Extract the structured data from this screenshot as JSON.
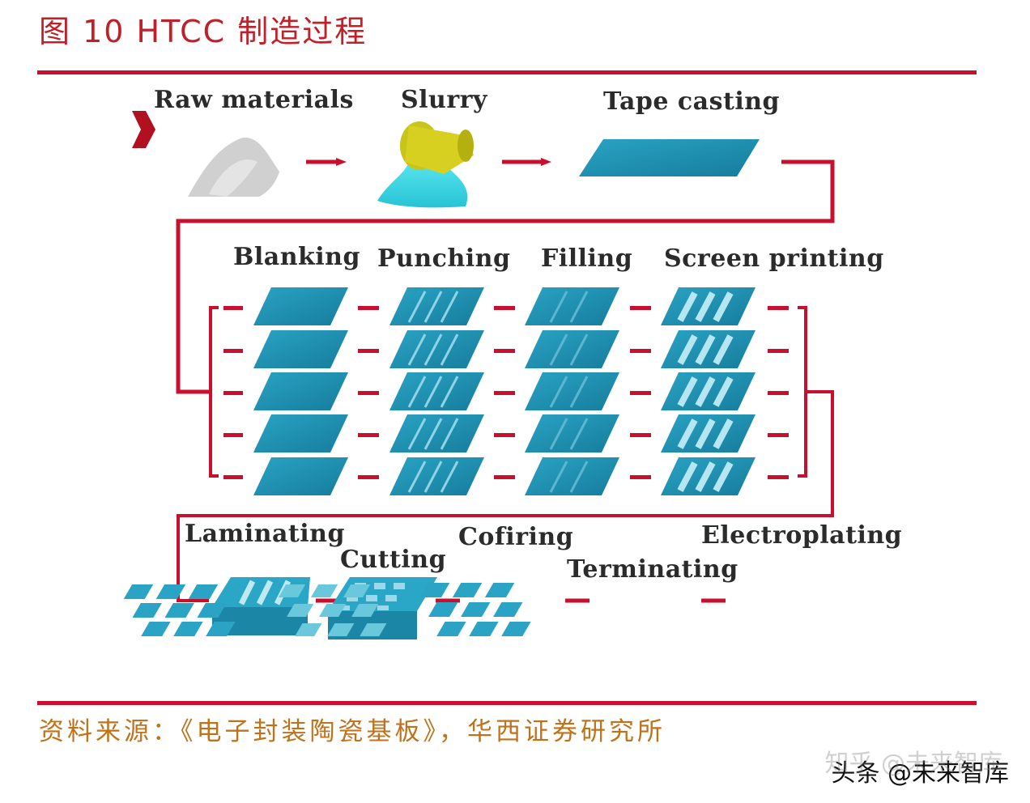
{
  "figure": {
    "title": "图 10 HTCC 制造过程"
  },
  "steps": {
    "raw_materials": "Raw materials",
    "slurry": "Slurry",
    "tape_casting": "Tape casting",
    "blanking": "Blanking",
    "punching": "Punching",
    "filling": "Filling",
    "screen_printing": "Screen printing",
    "laminating": "Laminating",
    "cutting": "Cutting",
    "cofiring": "Cofiring",
    "terminating": "Terminating",
    "electroplating": "Electroplating"
  },
  "source": "资料来源：《电子封装陶瓷基板》，华西证券研究所",
  "watermark": {
    "ghost": "知乎 @未来智库",
    "main": "头条 @未来智库"
  },
  "colors": {
    "accent_red": "#c8102e",
    "sheet_blue": "#1f8fb0",
    "sheet_dark": "#136e8c",
    "slurry_cyan": "#3ed8e6",
    "bucket_yellow": "#d8d020",
    "powder_gray": "#d4d4d4"
  }
}
